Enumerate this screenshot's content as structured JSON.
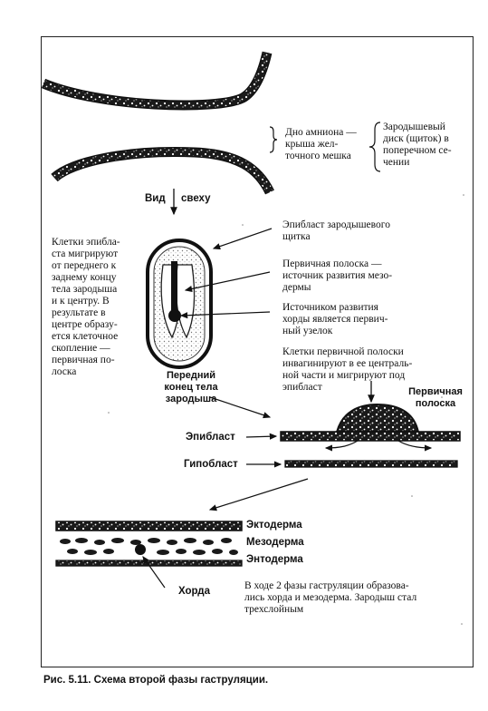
{
  "labels": {
    "amnion_floor": "Дно амниона —\nкрыша жел-\nточного мешка",
    "embryonic_disc": "Зародышевый\nдиск (щиток) в\nпоперечном се-\nчении",
    "view": "Вид",
    "top": "свеху",
    "epiblast_migration": "Клетки эпибла-\nста мигрируют\nот переднего к\nзаднему концу\nтела зародыша\nи к центру. В\nрезультате в\nцентре образу-\nется клеточное\nскопление —\nпервичная по-\nлоска",
    "epiblast_shield": "Эпибласт зародышевого\nщитка",
    "primitive_streak_source": "Первичная полоска —\nисточник развития мезо-\nдермы",
    "primitive_node": "Источником развития\nхорды является первич-\nный узелок",
    "streak_cells": "Клетки первичной полоски\nинвагинируют в ее централь-\nной части и мигрируют под\nэпибласт",
    "front_end": "Передний\nконец тела\nзародыша",
    "primitive_streak": "Первичная\nполоска",
    "epiblast": "Эпибласт",
    "hypoblast": "Гипобласт",
    "ectoderm": "Эктодерма",
    "mesoderm": "Мезодерма",
    "endoderm": "Энтодерма",
    "notochord": "Хорда",
    "conclusion": "В ходе 2 фазы гаструляции образова-\nлись хорда и мезодерма. Зародыш стал\nтрехслойным"
  },
  "caption": "Рис. 5.11. Схема второй фазы гаструляции.",
  "colors": {
    "ink": "#111111",
    "paper": "#ffffff",
    "speckle": "#888888"
  }
}
